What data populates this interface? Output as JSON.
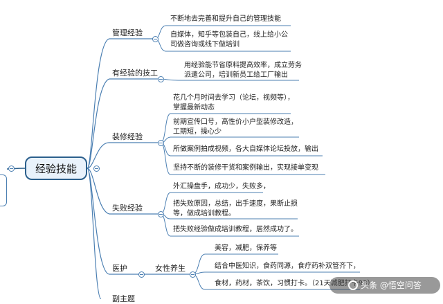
{
  "root": {
    "label": "经验技能"
  },
  "branches": [
    {
      "label": "管理经验",
      "leaves": [
        "不断地去完善和提升自己的管理技能",
        "自媒体，知乎等包装自己，线上给小公司做咨询或线下做培训"
      ]
    },
    {
      "label": "有经验的技工",
      "leaves": [
        "用经验能节省原料提高效率，成立劳务派遣公司，培训新员工给工厂输出"
      ]
    },
    {
      "label": "装修经验",
      "leaves": [
        "花几个月时间去学习（论坛，视频等），掌握最新动态",
        "前期宣传口号，高性价小户型装修改造，工期短，操心少",
        "所做案例拍成视频，各大自媒体论坛投放，输出",
        "坚持不断的装修干货和案例输出，实现接单变现"
      ]
    },
    {
      "label": "失败经验",
      "leaves": [
        "外汇操盘手，成功少，失败多，",
        "把失败原因，总结，出手速度，果断止损等，做成培训教程。",
        "把失败经验做成培训教程，居然成功了。"
      ]
    },
    {
      "label": "医护",
      "sub": {
        "label": "女性养生",
        "leaves": [
          "美容，减肥，保养等",
          "结合中医知识，食药同源，食疗药补双管齐下，",
          "食材，药材，茶饮，习惯打卡。（21天减肥打卡93）"
        ]
      }
    },
    {
      "label": "副主题"
    }
  ],
  "watermark": {
    "text": "头条 @悟空问答"
  },
  "colors": {
    "line": "#2b5f8c",
    "branch_line": "#4b7fb2",
    "root_fill": "#e9f2fb"
  }
}
